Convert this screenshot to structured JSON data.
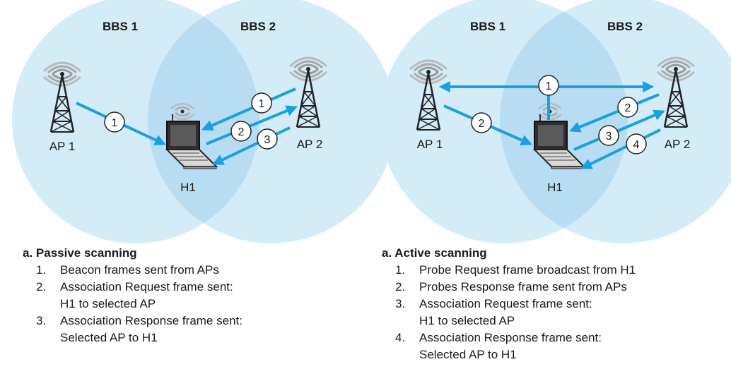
{
  "panels": [
    {
      "bbs1": "BBS 1",
      "bbs2": "BBS 2",
      "ap1": "AP 1",
      "ap2": "AP 2",
      "host": "H1",
      "arrow_numbers": [
        "1",
        "1",
        "2",
        "3"
      ],
      "caption": {
        "title": "a. Passive scanning",
        "items": [
          {
            "n": "1.",
            "lines": [
              "Beacon frames sent from APs"
            ]
          },
          {
            "n": "2.",
            "lines": [
              "Association Request frame sent:",
              "H1 to selected AP"
            ]
          },
          {
            "n": "3.",
            "lines": [
              "Association Response frame sent:",
              "Selected AP to H1"
            ]
          }
        ]
      }
    },
    {
      "bbs1": "BBS 1",
      "bbs2": "BBS 2",
      "ap1": "AP 1",
      "ap2": "AP 2",
      "host": "H1",
      "arrow_numbers": [
        "1",
        "2",
        "2",
        "3",
        "4"
      ],
      "caption": {
        "title": "a. Active scanning",
        "items": [
          {
            "n": "1.",
            "lines": [
              "Probe Request frame broadcast from H1"
            ]
          },
          {
            "n": "2.",
            "lines": [
              "Probes Response frame sent from APs"
            ]
          },
          {
            "n": "3.",
            "lines": [
              "Association Request frame sent:",
              "H1 to selected AP"
            ]
          },
          {
            "n": "4.",
            "lines": [
              "Association Response frame sent:",
              "Selected AP to H1"
            ]
          }
        ]
      }
    }
  ],
  "colors": {
    "cell_fill": "#d4ebf8",
    "overlap_fill": "#b8dcf1",
    "arrow": "#1aa0dc",
    "ink": "#1a1a1a"
  }
}
